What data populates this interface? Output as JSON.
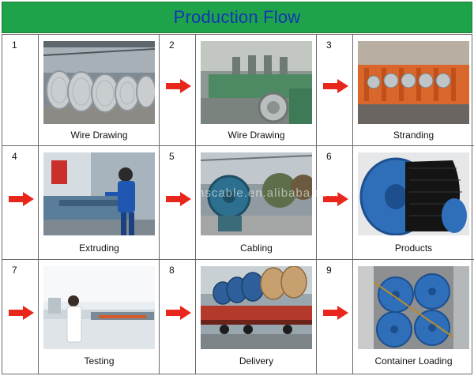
{
  "title": "Production Flow",
  "watermark": "hscable.en.alibaba.com",
  "steps": [
    {
      "number": "1",
      "label": "Wire Drawing"
    },
    {
      "number": "2",
      "label": "Wire Drawing"
    },
    {
      "number": "3",
      "label": "Stranding"
    },
    {
      "number": "4",
      "label": "Extruding"
    },
    {
      "number": "5",
      "label": "Cabling"
    },
    {
      "number": "6",
      "label": "Products"
    },
    {
      "number": "7",
      "label": "Testing"
    },
    {
      "number": "8",
      "label": "Delivery"
    },
    {
      "number": "9",
      "label": "Container Loading"
    }
  ],
  "colors": {
    "header_bg": "#1ea34a",
    "title_text": "#1237b5",
    "arrow": "#e8261c",
    "grid_line": "#6a6a6a"
  },
  "icons": {
    "flow_arrow": "right-arrow-icon"
  }
}
